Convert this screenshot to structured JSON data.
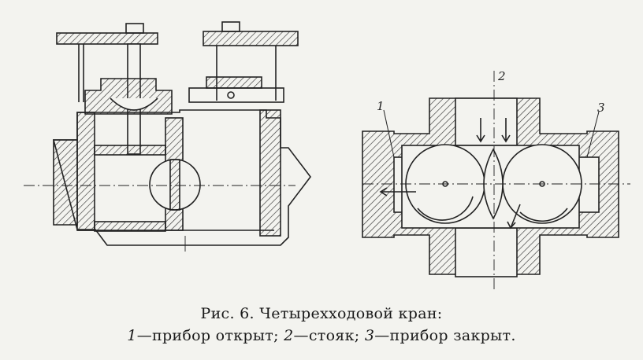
{
  "figure": {
    "caption_title": "Рис. 6. Четырехходовой кран:",
    "legend": [
      {
        "num": "1",
        "text": "—прибор открыт;"
      },
      {
        "num": "2",
        "text": "—стояк;"
      },
      {
        "num": "3",
        "text": "—прибор закрыт."
      }
    ],
    "labels": {
      "one": "1",
      "two": "2",
      "three": "3"
    }
  }
}
